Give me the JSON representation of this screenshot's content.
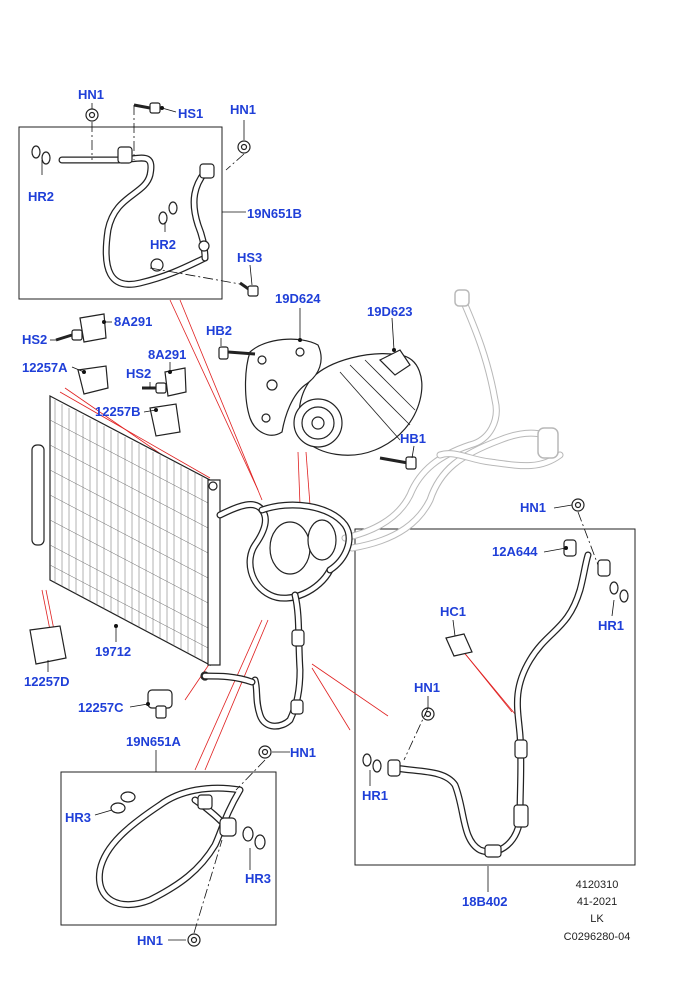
{
  "labels": {
    "hn1_top": "HN1",
    "hs1": "HS1",
    "hn1_right": "HN1",
    "hr2_left": "HR2",
    "hr2_mid": "HR2",
    "n19n651b": "19N651B",
    "hs3": "HS3",
    "d19d624": "19D624",
    "d19d623": "19D623",
    "hb2": "HB2",
    "a8a291_top": "8A291",
    "hs2_top": "HS2",
    "a12257a": "12257A",
    "a8a291_mid": "8A291",
    "hs2_mid": "HS2",
    "b12257b": "12257B",
    "hb1": "HB1",
    "hn1_mid_right": "HN1",
    "a12a644": "12A644",
    "hr1_right": "HR1",
    "hc1": "HC1",
    "c19712": "19712",
    "d12257d": "12257D",
    "c12257c": "12257C",
    "n19n651a": "19N651A",
    "hn1_bottom_mid": "HN1",
    "hn1_box_right": "HN1",
    "hr1_box": "HR1",
    "hr3_left": "HR3",
    "hr3_right": "HR3",
    "b18b402": "18B402",
    "hn1_bottom": "HN1"
  },
  "reference": {
    "code": "4120310",
    "group": "41-2021",
    "initials": "LK",
    "drawing": "C0296280-04"
  },
  "colors": {
    "label": "#1f3fd8",
    "leader": "#111111",
    "callout": "#e02020",
    "ghost_part": "#b8b8b8"
  }
}
